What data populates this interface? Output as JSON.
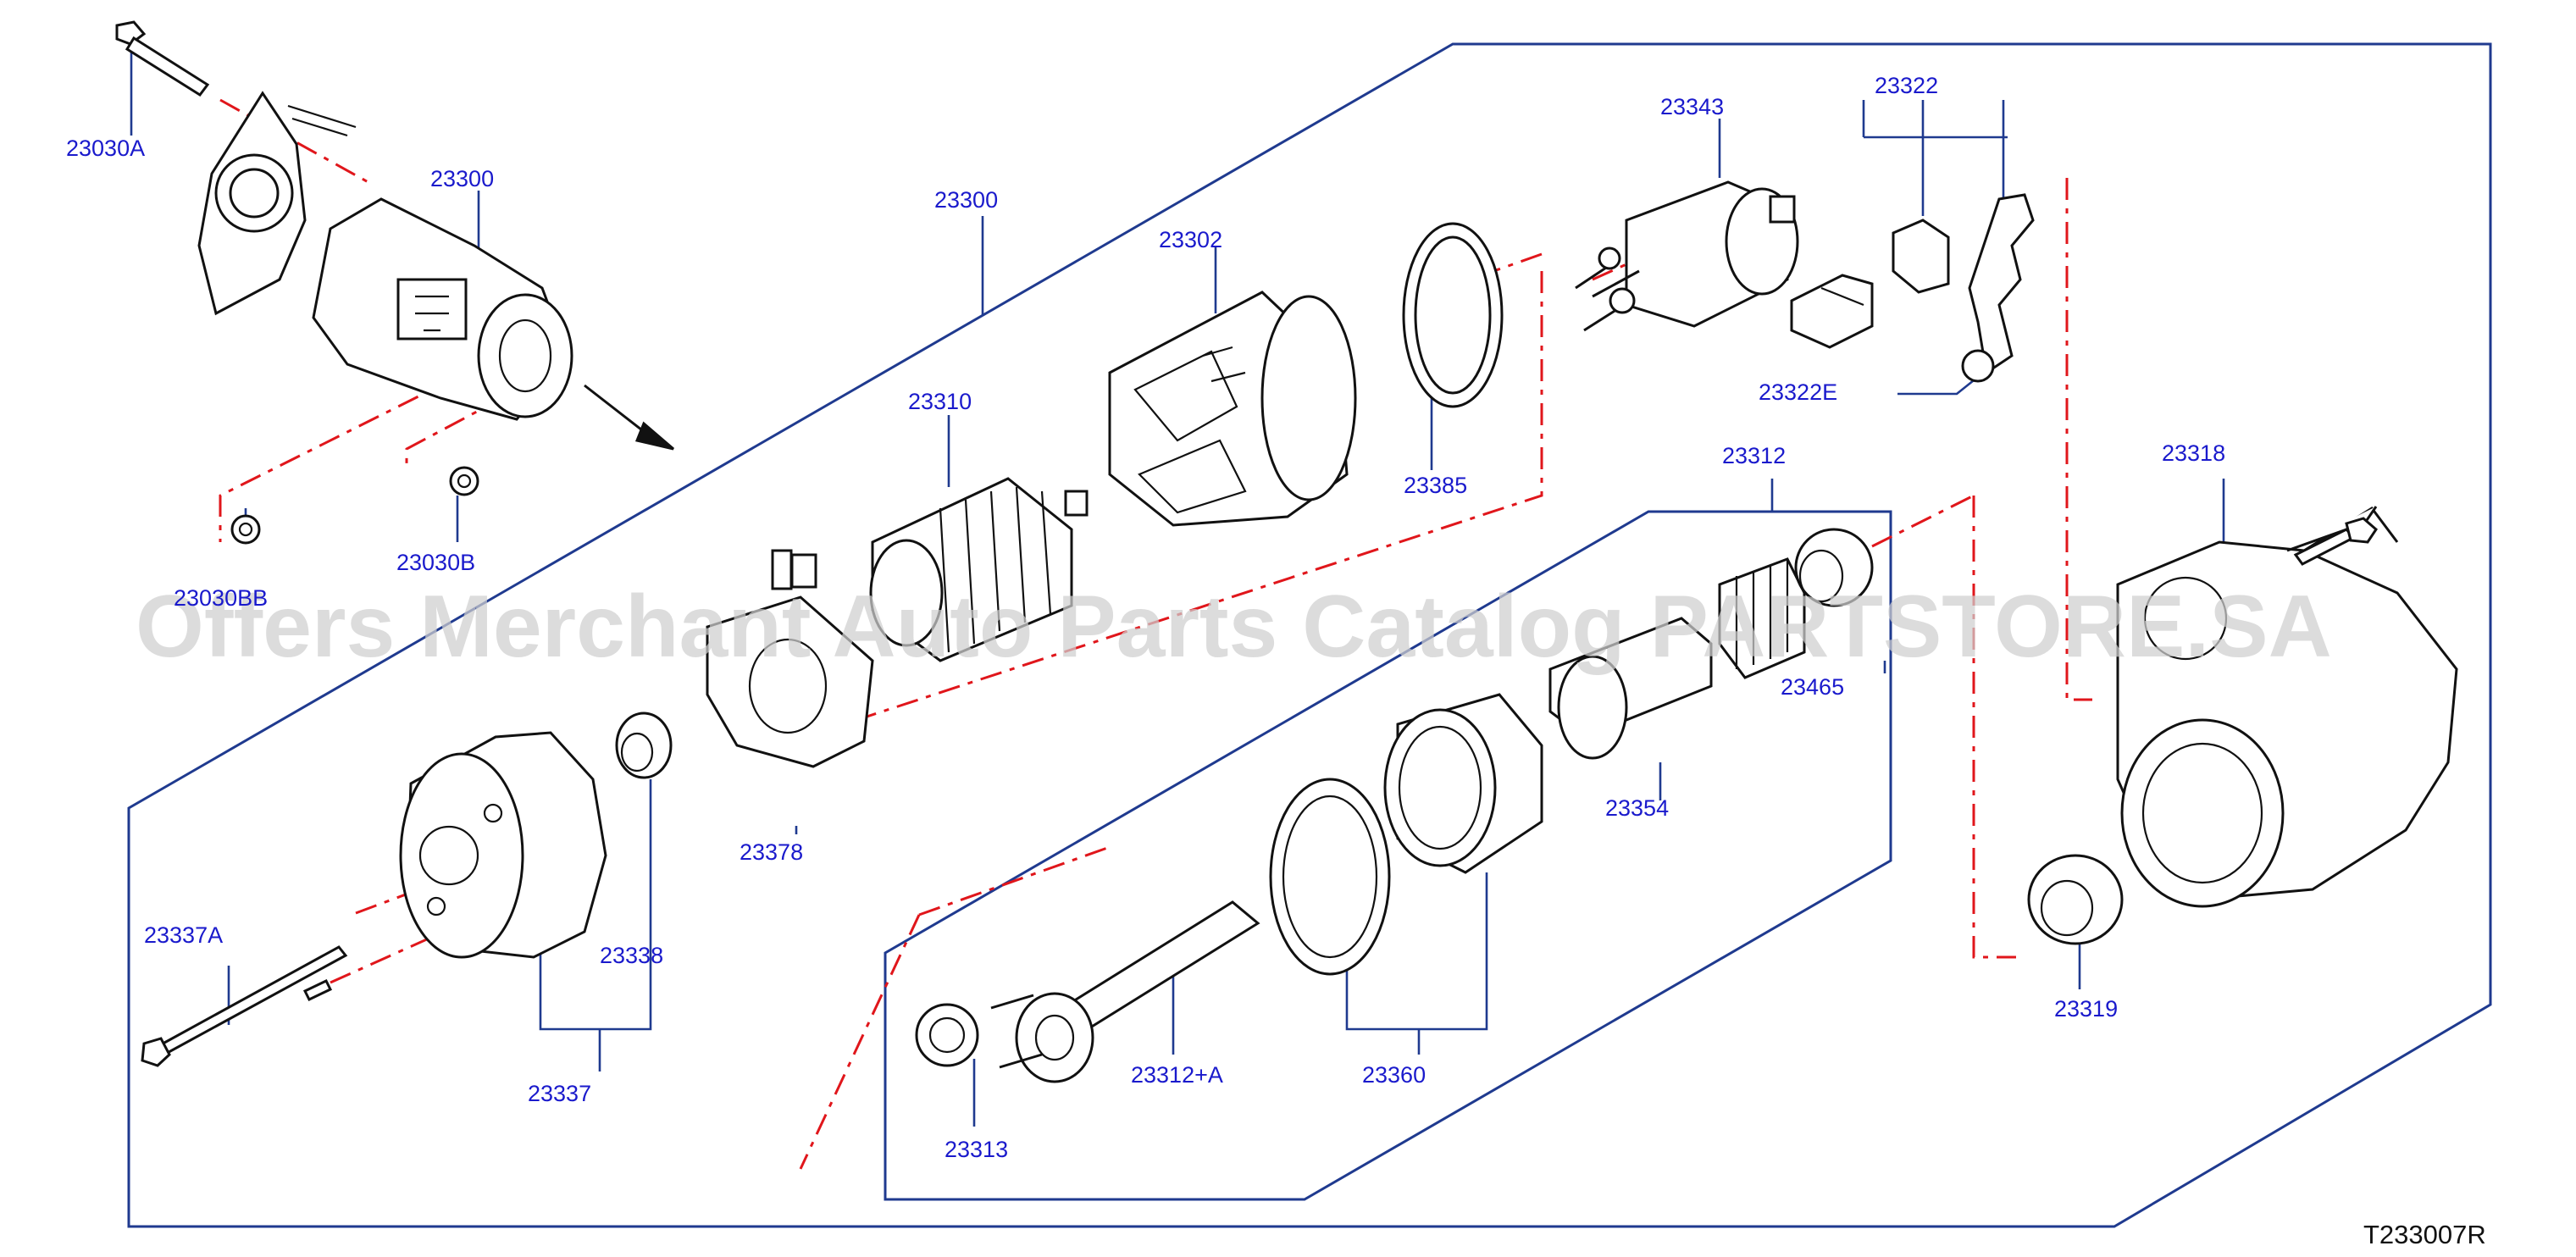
{
  "watermark": "Offers Merchant Auto Parts Catalog PARTSTORE.SA",
  "diagram_code": "T233007R",
  "labels": {
    "p23030A": "23030A",
    "p23300a": "23300",
    "p23030B": "23030B",
    "p23030BB": "23030BB",
    "p23300b": "23300",
    "p23302": "23302",
    "p23310": "23310",
    "p23385": "23385",
    "p23343": "23343",
    "p23322": "23322",
    "p23322E": "23322E",
    "p23312": "23312",
    "p23318": "23318",
    "p23378": "23378",
    "p23465": "23465",
    "p23354": "23354",
    "p23337A": "23337A",
    "p23338": "23338",
    "p23337": "23337",
    "p23312A": "23312+A",
    "p23360": "23360",
    "p23313": "23313",
    "p23319": "23319"
  },
  "colors": {
    "label_text": "#1a1acc",
    "frame_line": "#1f3a8f",
    "dash_line": "#e0161b",
    "part_stroke": "#111111",
    "watermark": "#cfcfcf"
  }
}
